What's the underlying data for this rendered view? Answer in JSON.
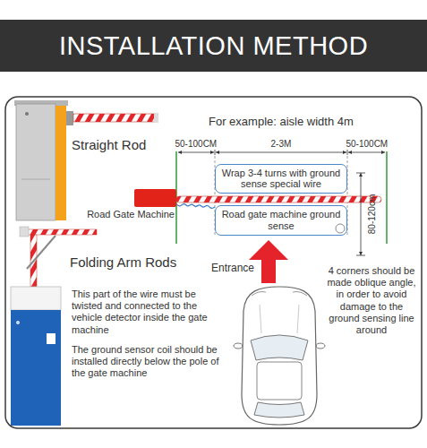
{
  "diagram": {
    "title": "INSTALLATION METHOD",
    "nodes": [
      {
        "text": [
          "Road Gate Machine"
        ]
      },
      {
        "text": [
          "Wrap 3-4 turns with ground sense special wire"
        ]
      },
      {
        "text": [
          "Road gate machine ground sense"
        ]
      }
    ],
    "edges": [
      {
        "from": 0,
        "to": 2,
        "arrow": "none"
      }
    ],
    "labels": [
      "Straight Rod",
      "Folding Arm Rods",
      "For example: aisle width 4m",
      "50-100CM",
      "2-3M",
      "50-100CM",
      "80-120cm",
      "Entrance",
      "This part of the wire must be twisted and connected to the vehicle detector inside the gate machine",
      "The ground sensor coil should be installed directly below the pole of the gate machine",
      "4 corners should be made oblique angle, in order to avoid damage to the ground sensing line around"
    ]
  }
}
